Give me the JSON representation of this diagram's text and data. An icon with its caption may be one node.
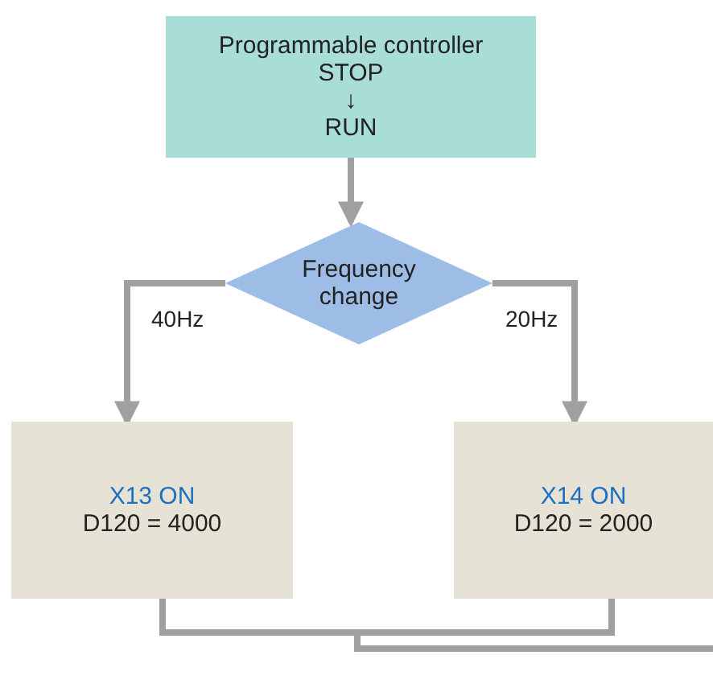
{
  "diagram": {
    "nodes": [
      {
        "text": [
          "Programmable controller",
          "STOP",
          "↓",
          "RUN"
        ]
      },
      {
        "text": [
          "Frequency change"
        ]
      },
      {
        "text": [
          "X13 ON",
          "D120 = 4000"
        ]
      },
      {
        "text": [
          "X14 ON",
          "D120 = 2000"
        ]
      }
    ],
    "edges": [
      {
        "from": 0,
        "to": 1,
        "arrow": "to"
      },
      {
        "from": 1,
        "to": 2,
        "arrow": "to",
        "label": "40Hz"
      },
      {
        "from": 1,
        "to": 3,
        "arrow": "to",
        "label": "20Hz"
      },
      {
        "from": 2,
        "to": null,
        "arrow": "none"
      },
      {
        "from": 3,
        "to": null,
        "arrow": "none"
      }
    ]
  }
}
